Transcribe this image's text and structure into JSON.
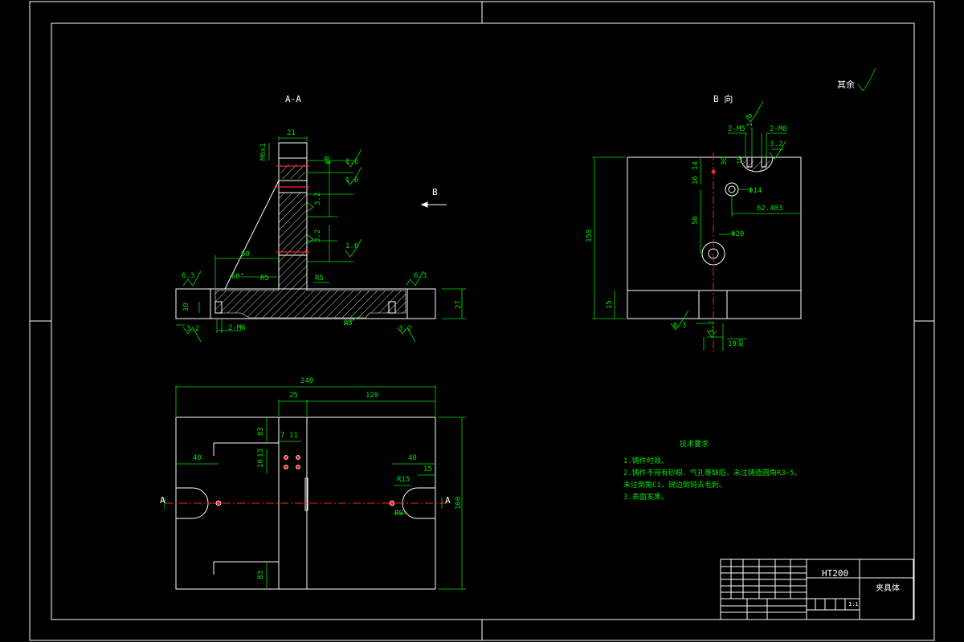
{
  "views": {
    "section_aa": {
      "title": "A-A"
    },
    "view_b": {
      "title": "B 向"
    },
    "arrow_b": "B",
    "section_marker_left": "A",
    "section_marker_right": "A"
  },
  "surface_note": "其余",
  "dims_section": {
    "top_width": "21",
    "thread": "M6x1",
    "hole_dia_top": "φ8",
    "roughness_1": "1.6",
    "roughness_2": "1.6",
    "roughness_3": "1.6",
    "roughness_4": "3.2",
    "roughness_5": "3.2",
    "roughness_6": "6.3",
    "roughness_7": "6.3",
    "roughness_8": "3.2",
    "roughness_9": "3.2",
    "dim_60": "60",
    "angle": "60°",
    "r5_left": "R5",
    "r5_right": "R5",
    "r5_bottom": "R5",
    "dim_27": "27",
    "dim_10": "10",
    "holes": "2-M6"
  },
  "dims_plan": {
    "overall": "240",
    "d25": "25",
    "d120": "120",
    "d40_left": "40",
    "d40_right": "40",
    "d15": "15",
    "r15": "R15",
    "r9": "R9",
    "d83_top": "83",
    "d83_bottom": "83",
    "d13": "13",
    "d10": "10",
    "d7": "7",
    "d11": "11",
    "d160": "160"
  },
  "dims_view_b": {
    "holes_m5": "2-M5",
    "holes_m8": "2-M8",
    "roughness_16": "1.6",
    "roughness_32": "3.2",
    "roughness_63": "6.3",
    "roughness_32b": "3.2",
    "d150": "150",
    "d15": "15",
    "d16": "16",
    "d14": "14",
    "d50": "50",
    "d30": "30",
    "d10": "10",
    "phi14": "Φ14",
    "phi20": "Φ20",
    "d62": "62.403",
    "depth_note": "10深"
  },
  "tech_req": {
    "title": "技术要求",
    "items": [
      "1.铸件时效。",
      "2.铸件不得有砂眼、气孔等缺陷，未注铸造圆角R3~5。",
      "  未注倒角C1，锐边倒钝去毛刺。",
      "3.表面发黑。"
    ]
  },
  "title_block": {
    "material": "HT200",
    "part_name": "夹具体",
    "sheet": "1:1"
  },
  "colors": {
    "background": "#000000",
    "outline": "#ffffff",
    "dimension": "#00e000",
    "centerline": "#ff2020",
    "hatch": "#ffffff"
  }
}
